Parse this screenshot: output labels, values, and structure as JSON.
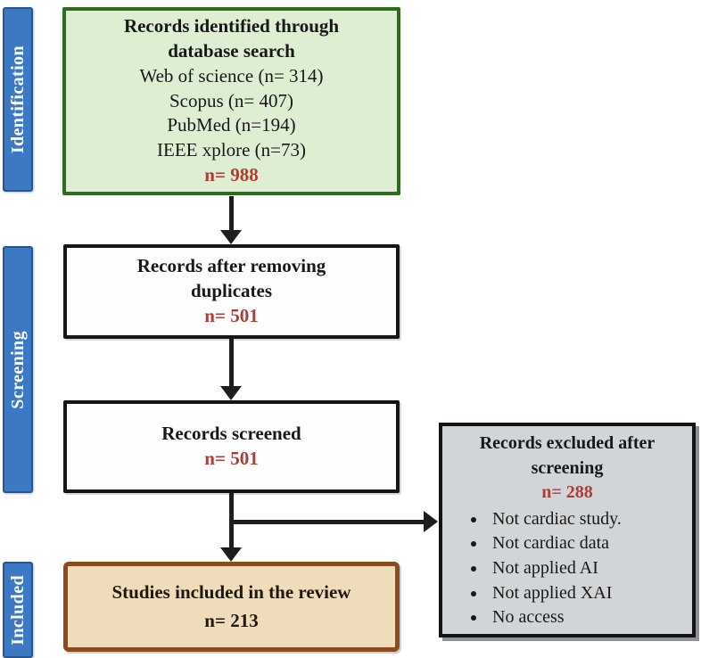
{
  "sidebar": {
    "identification": "Identification",
    "screening": "Screening",
    "included": "Included"
  },
  "boxes": {
    "identified": {
      "title": "Records identified through database search",
      "sources": [
        "Web of science (n= 314)",
        "Scopus (n= 407)",
        "PubMed (n=194)",
        "IEEE xplore (n=73)"
      ],
      "count": "n= 988"
    },
    "duplicates": {
      "title": "Records after removing duplicates",
      "count": "n= 501"
    },
    "screened": {
      "title": "Records screened",
      "count": "n= 501"
    },
    "excluded": {
      "title": "Records excluded after screening",
      "count": "n= 288",
      "reasons": [
        "Not cardiac study.",
        "Not cardiac data",
        "Not applied AI",
        "Not applied XAI",
        "No access"
      ]
    },
    "included": {
      "title": "Studies included in the review",
      "count": "n= 213"
    }
  },
  "colors": {
    "stage_blue_fill": "#3c79c2",
    "stage_blue_border": "#28568f",
    "identified_green_fill": "#ddeed3",
    "identified_green_border": "#2e6b1f",
    "excluded_gray_fill": "#d2d5d8",
    "included_tan_fill": "#eedcba",
    "included_tan_border": "#8a4c1e",
    "count_red": "#b43a32",
    "arrow_black": "#1d1d1d"
  }
}
